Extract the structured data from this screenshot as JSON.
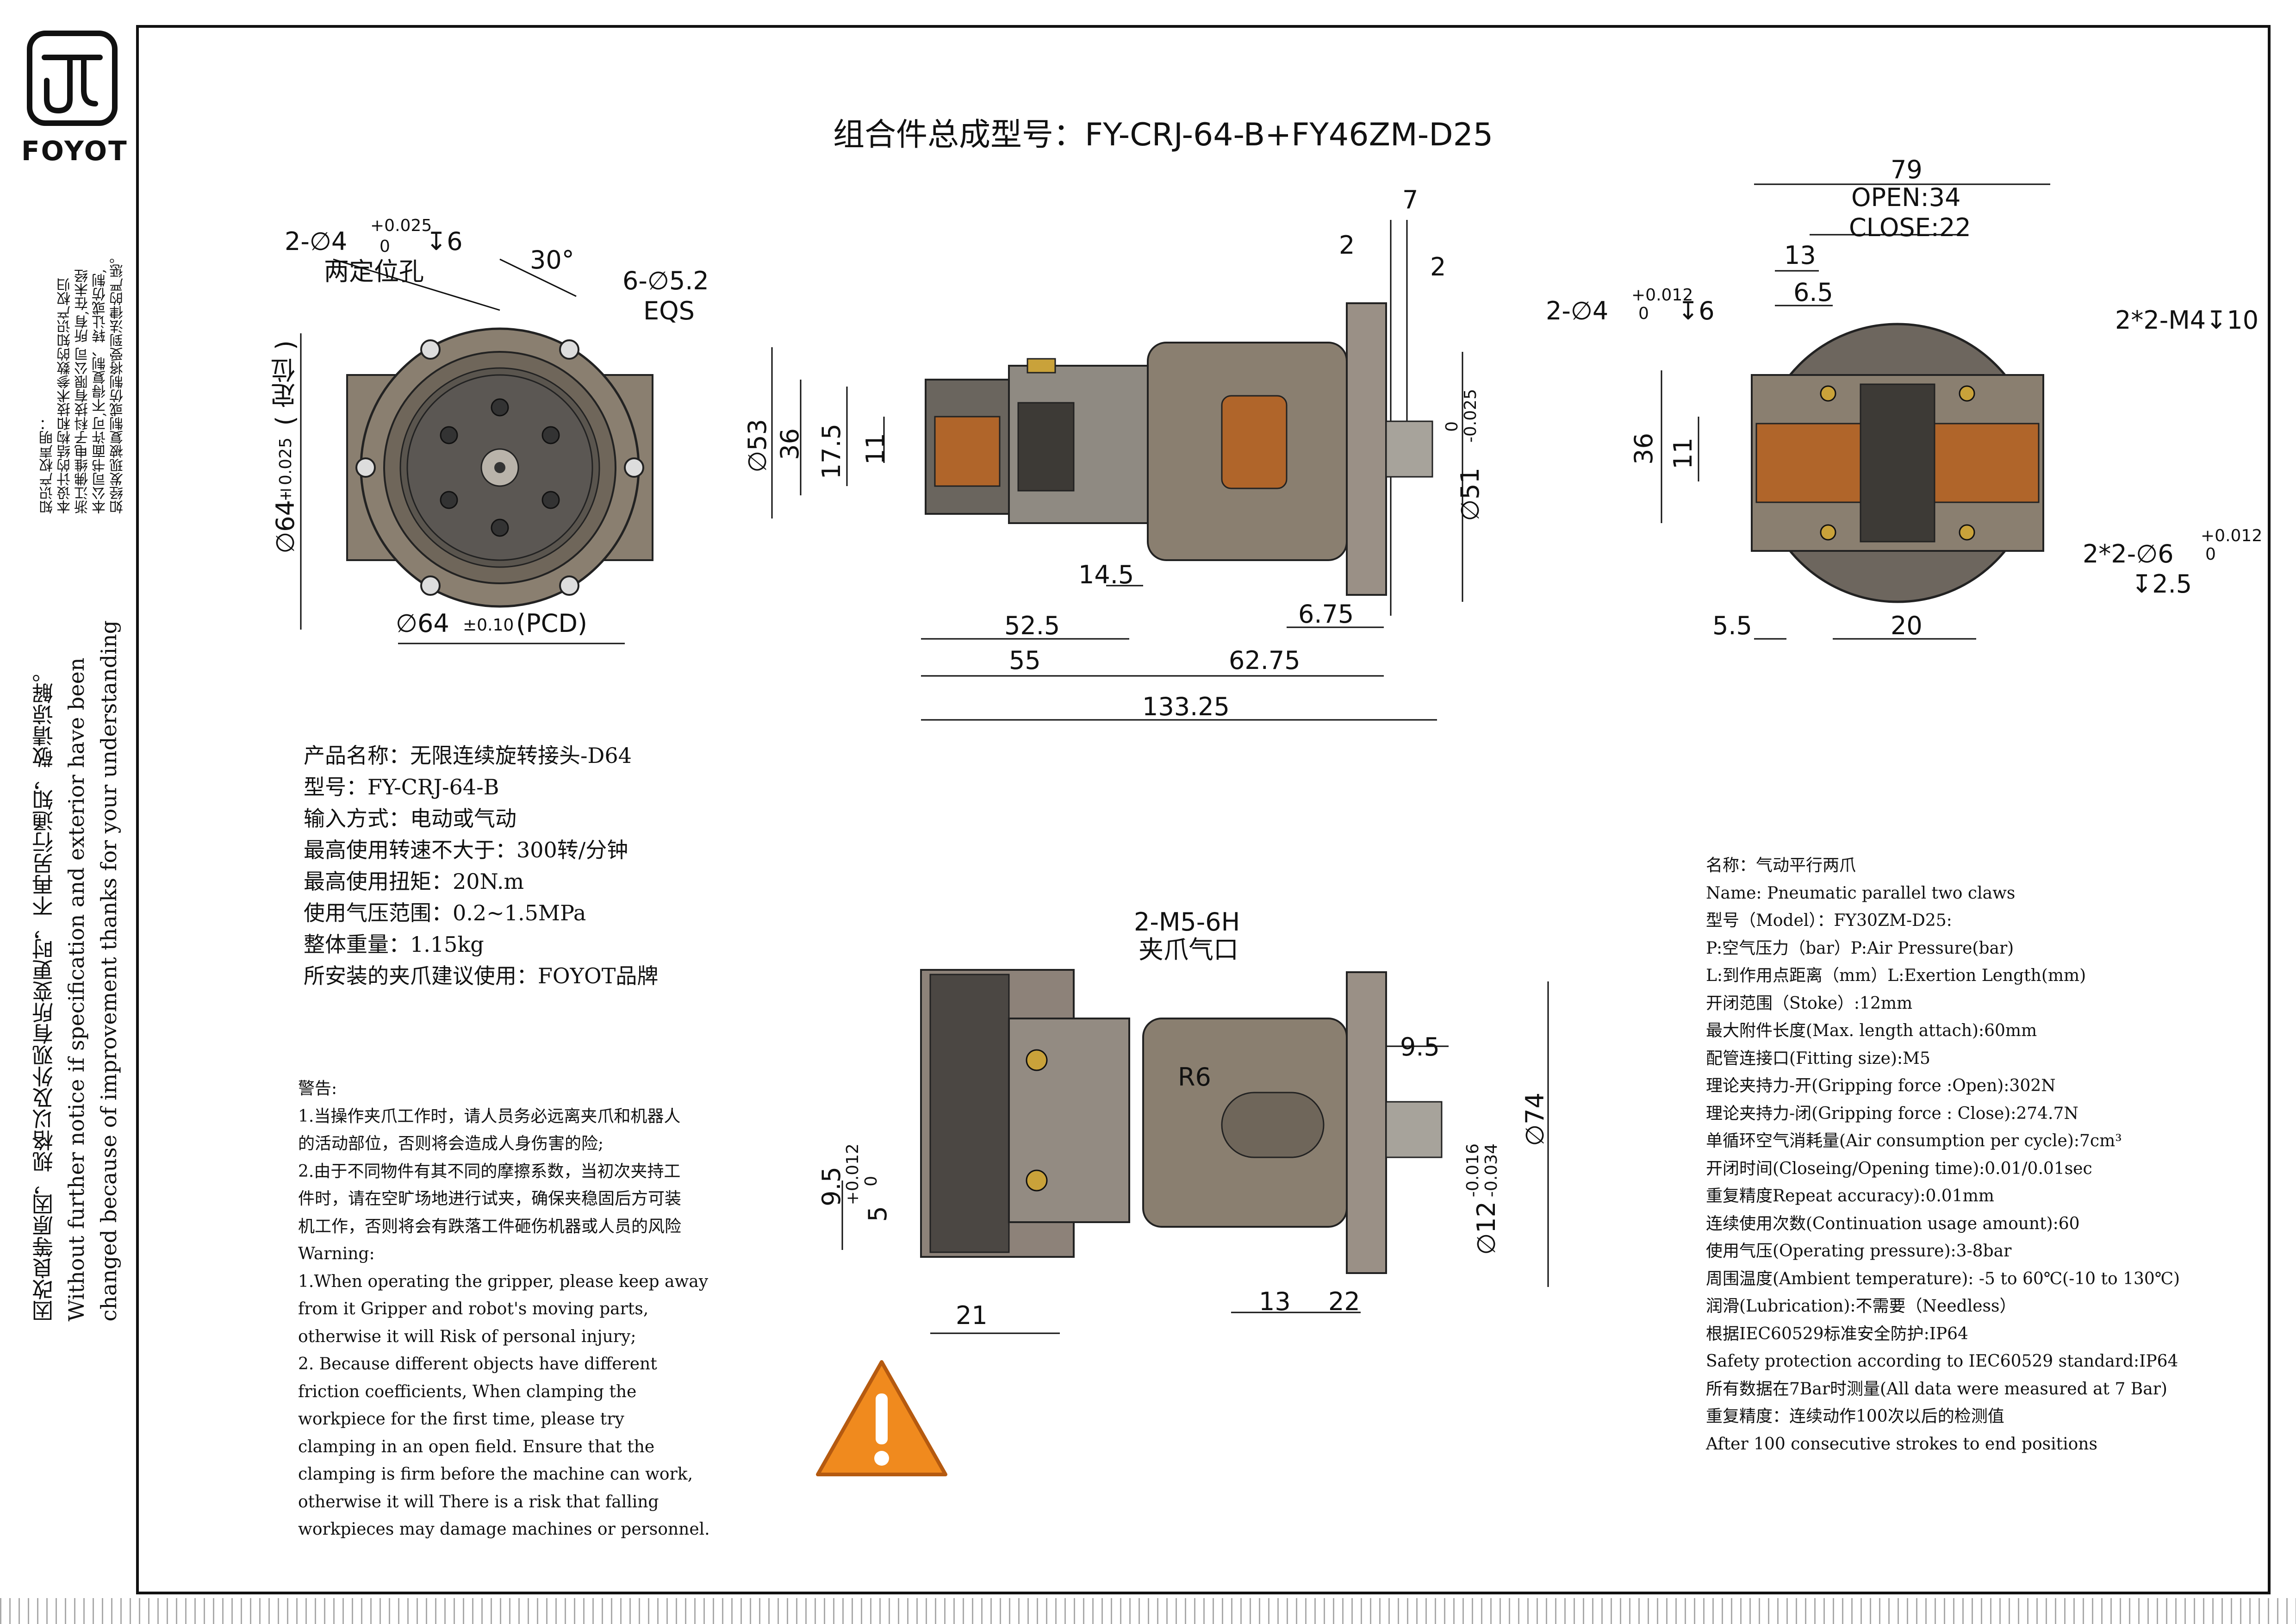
{
  "brand": {
    "name": "FOYOT"
  },
  "title": "组合件总成型号：FY-CRJ-64-B+FY46ZM-D25",
  "sidebar": {
    "ip_notice": [
      "知识产权声明：",
      "本设计的结构和技术参数的知识产权归",
      "浙江佛维电子科技有限公司 所有,在未经",
      "本公司书面许可,不得复制、转让或仿制,",
      "如经发现被复制或仿制将受到法律的严惩。"
    ],
    "change_notice": [
      "因改良等原因，规格以及外观有所变更时，不再另行通知，敬请谅解。",
      "Without further  notice if specification and exterior have been",
      "changed because of improvement thanks for your understanding"
    ]
  },
  "views": {
    "front": {
      "holes": "2-∅4",
      "holes_tol_upper": "+0.025",
      "holes_tol_lower": "0",
      "holes_depth": "↧6",
      "holes_note": "两定位孔",
      "angle": "30°",
      "mount_holes": "6-∅5.2",
      "mount_eqs": "EQS",
      "dia_label": "∅64",
      "dia_tol": "±0.025",
      "dia_note": "( 定位 )",
      "pcd": "∅64",
      "pcd_tol": "±0.10",
      "pcd_note": "(PCD)"
    },
    "side": {
      "d53": "∅53",
      "d36": "36",
      "d17_5": "17.5",
      "d11": "11",
      "d7": "7",
      "d2a": "2",
      "d2b": "2",
      "d51": "∅51",
      "d51_tol_upper": "0",
      "d51_tol_lower": "-0.025",
      "d14_5": "14.5",
      "d6_75": "6.75",
      "d52_5": "52.5",
      "d55": "55",
      "d62_75": "62.75",
      "d133_25": "133.25"
    },
    "right": {
      "d79": "79",
      "open": "OPEN:34",
      "close": "CLOSE:22",
      "d13": "13",
      "d6_5": "6.5",
      "holes": "2-∅4",
      "holes_tol_upper": "+0.012",
      "holes_tol_lower": "0",
      "holes_depth": "↧6",
      "m4": "2*2-M4↧10",
      "d36": "36",
      "d11": "11",
      "pins": "2*2-∅6",
      "pins_tol_upper": "+0.012",
      "pins_tol_lower": "0",
      "pins_depth": "↧2.5",
      "d5_5": "5.5",
      "d20": "20"
    },
    "bottom": {
      "ports": "2-M5-6H",
      "ports_note": "夹爪气口",
      "d9_5": "9.5",
      "r6": "R6",
      "d74": "∅74",
      "d9_5b": "9.5",
      "d9_5b_tol_upper": "+0.012",
      "d9_5b_tol_lower": "0",
      "d5": "5",
      "d12": "∅12",
      "d12_tol_upper": "-0.016",
      "d12_tol_lower": "-0.034",
      "d21": "21",
      "d13": "13",
      "d22": "22"
    }
  },
  "product_info": [
    "产品名称：无限连续旋转接头-D64",
    "型号：FY-CRJ-64-B",
    "输入方式：电动或气动",
    "最高使用转速不大于：300转/分钟",
    "最高使用扭矩：20N.m",
    "使用气压范围：0.2~1.5MPa",
    "整体重量：1.15kg",
    "所安装的夹爪建议使用：FOYOT品牌"
  ],
  "warning": [
    "警告:",
    "1.当操作夹爪工作时，请人员务必远离夹爪和机器人",
    "的活动部位，否则将会造成人身伤害的险;",
    "2.由于不同物件有其不同的摩擦系数，当初次夹持工",
    "件时，请在空旷场地进行试夹，确保夹稳固后方可装",
    "机工作，否则将会有跌落工件砸伤机器或人员的风险",
    "Warning:",
    "1.When operating the gripper, please keep away",
    "from it Gripper and robot's moving parts,",
    "otherwise it will Risk of personal injury;",
    "2. Because different objects have different",
    "friction coefficients, When clamping the",
    "workpiece for the first time, please try",
    "clamping in an open field. Ensure that the",
    "clamping is firm before the machine can work,",
    "otherwise it will There is a risk that falling",
    "workpieces may damage machines or personnel."
  ],
  "gripper_info": [
    "名称：气动平行两爪",
    "Name: Pneumatic parallel two claws",
    "型号（Model）：FY30ZM-D25:",
    "P:空气压力（bar）P:Air Pressure(bar)",
    "L:到作用点距离（mm）L:Exertion Length(mm)",
    "开闭范围（Stoke）:12mm",
    "最大附件长度(Max. length attach):60mm",
    "配管连接口(Fitting size):M5",
    "理论夹持力-开(Gripping force :Open):302N",
    "理论夹持力-闭(Gripping force : Close):274.7N",
    "单循环空气消耗量(Air consumption per cycle):7cm³",
    "开闭时间(Closeing/Opening time):0.01/0.01sec",
    "重复精度Repeat accuracy):0.01mm",
    "连续使用次数(Continuation usage amount):60",
    "使用气压(Operating pressure):3-8bar",
    "周围温度(Ambient temperature): -5 to 60℃(-10 to 130℃)",
    "润滑(Lubrication):不需要（Needless）",
    "根据IEC60529标准安全防护:IP64",
    "Safety protection according to IEC60529 standard:IP64",
    "所有数据在7Bar时测量(All data were measured at 7 Bar)",
    "重复精度：连续动作100次以后的检测值",
    "After 100 consecutive strokes to end positions"
  ],
  "colors": {
    "body_metal": "#8a7f70",
    "dark_metal": "#3d3a36",
    "copper": "#b0652a",
    "warning_orange": "#f08a1e",
    "line": "#111111"
  },
  "icons": [
    "foyot-logo-icon",
    "warning-triangle-icon"
  ]
}
